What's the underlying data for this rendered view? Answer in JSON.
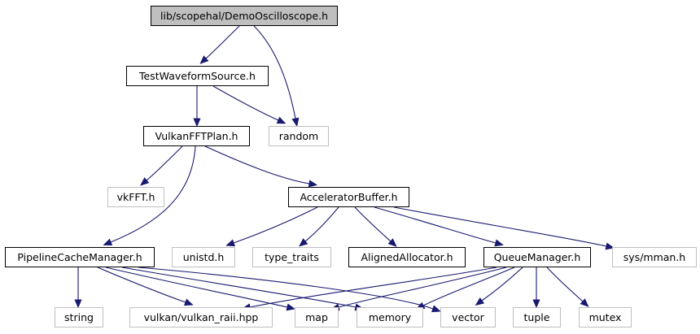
{
  "colors": {
    "edge": "#191970",
    "root_fill": "#bfbfbf",
    "root_border": "#000000",
    "internal_border": "#000000",
    "external_border": "#bfbfbf",
    "text": "#000000"
  },
  "nodes": [
    {
      "id": "root",
      "label": "lib/scopehal/DemoOscilloscope.h",
      "kind": "root"
    },
    {
      "id": "tws",
      "label": "TestWaveformSource.h",
      "kind": "internal"
    },
    {
      "id": "random",
      "label": "random",
      "kind": "external"
    },
    {
      "id": "vfft",
      "label": "VulkanFFTPlan.h",
      "kind": "internal"
    },
    {
      "id": "vkfft",
      "label": "vkFFT.h",
      "kind": "external"
    },
    {
      "id": "accel",
      "label": "AcceleratorBuffer.h",
      "kind": "internal"
    },
    {
      "id": "pcm",
      "label": "PipelineCacheManager.h",
      "kind": "internal"
    },
    {
      "id": "unistd",
      "label": "unistd.h",
      "kind": "external"
    },
    {
      "id": "type_traits",
      "label": "type_traits",
      "kind": "external"
    },
    {
      "id": "aligned",
      "label": "AlignedAllocator.h",
      "kind": "internal"
    },
    {
      "id": "qm",
      "label": "QueueManager.h",
      "kind": "internal"
    },
    {
      "id": "mman",
      "label": "sys/mman.h",
      "kind": "external"
    },
    {
      "id": "string",
      "label": "string",
      "kind": "external"
    },
    {
      "id": "raii",
      "label": "vulkan/vulkan_raii.hpp",
      "kind": "external"
    },
    {
      "id": "map",
      "label": "map",
      "kind": "external"
    },
    {
      "id": "memory",
      "label": "memory",
      "kind": "external"
    },
    {
      "id": "vector",
      "label": "vector",
      "kind": "external"
    },
    {
      "id": "tuple",
      "label": "tuple",
      "kind": "external"
    },
    {
      "id": "mutex",
      "label": "mutex",
      "kind": "external"
    }
  ],
  "edges": [
    {
      "from": "root",
      "to": "tws"
    },
    {
      "from": "root",
      "to": "random"
    },
    {
      "from": "tws",
      "to": "vfft"
    },
    {
      "from": "tws",
      "to": "random"
    },
    {
      "from": "vfft",
      "to": "vkfft"
    },
    {
      "from": "vfft",
      "to": "pcm"
    },
    {
      "from": "vfft",
      "to": "accel"
    },
    {
      "from": "accel",
      "to": "unistd"
    },
    {
      "from": "accel",
      "to": "type_traits"
    },
    {
      "from": "accel",
      "to": "aligned"
    },
    {
      "from": "accel",
      "to": "qm"
    },
    {
      "from": "accel",
      "to": "mman"
    },
    {
      "from": "pcm",
      "to": "string"
    },
    {
      "from": "pcm",
      "to": "raii"
    },
    {
      "from": "pcm",
      "to": "map"
    },
    {
      "from": "pcm",
      "to": "memory"
    },
    {
      "from": "pcm",
      "to": "vector"
    },
    {
      "from": "qm",
      "to": "raii"
    },
    {
      "from": "qm",
      "to": "map"
    },
    {
      "from": "qm",
      "to": "memory"
    },
    {
      "from": "qm",
      "to": "vector"
    },
    {
      "from": "qm",
      "to": "tuple"
    },
    {
      "from": "qm",
      "to": "mutex"
    }
  ]
}
